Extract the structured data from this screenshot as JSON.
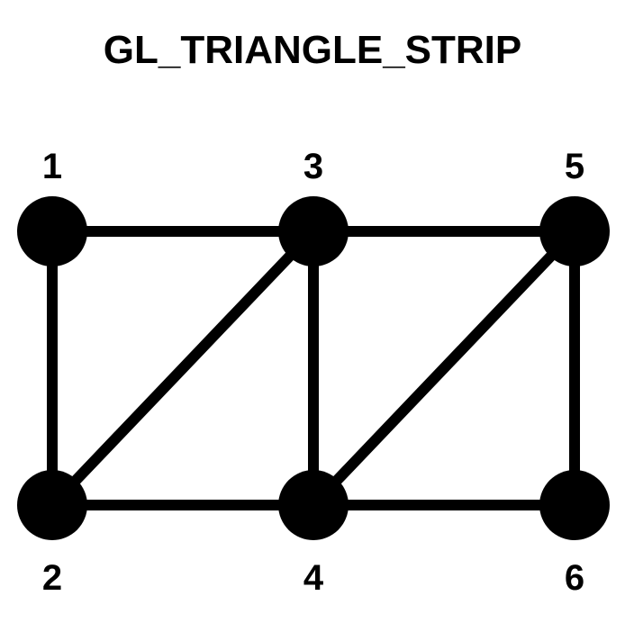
{
  "title": "GL_TRIANGLE_STRIP",
  "vertices": [
    {
      "id": "1",
      "label": "1"
    },
    {
      "id": "2",
      "label": "2"
    },
    {
      "id": "3",
      "label": "3"
    },
    {
      "id": "4",
      "label": "4"
    },
    {
      "id": "5",
      "label": "5"
    },
    {
      "id": "6",
      "label": "6"
    }
  ],
  "edges": [
    [
      "1",
      "3"
    ],
    [
      "3",
      "5"
    ],
    [
      "1",
      "2"
    ],
    [
      "2",
      "3"
    ],
    [
      "3",
      "4"
    ],
    [
      "4",
      "5"
    ],
    [
      "5",
      "6"
    ],
    [
      "2",
      "4"
    ],
    [
      "4",
      "6"
    ]
  ],
  "colors": {
    "ink": "#000000",
    "background": "#ffffff"
  }
}
